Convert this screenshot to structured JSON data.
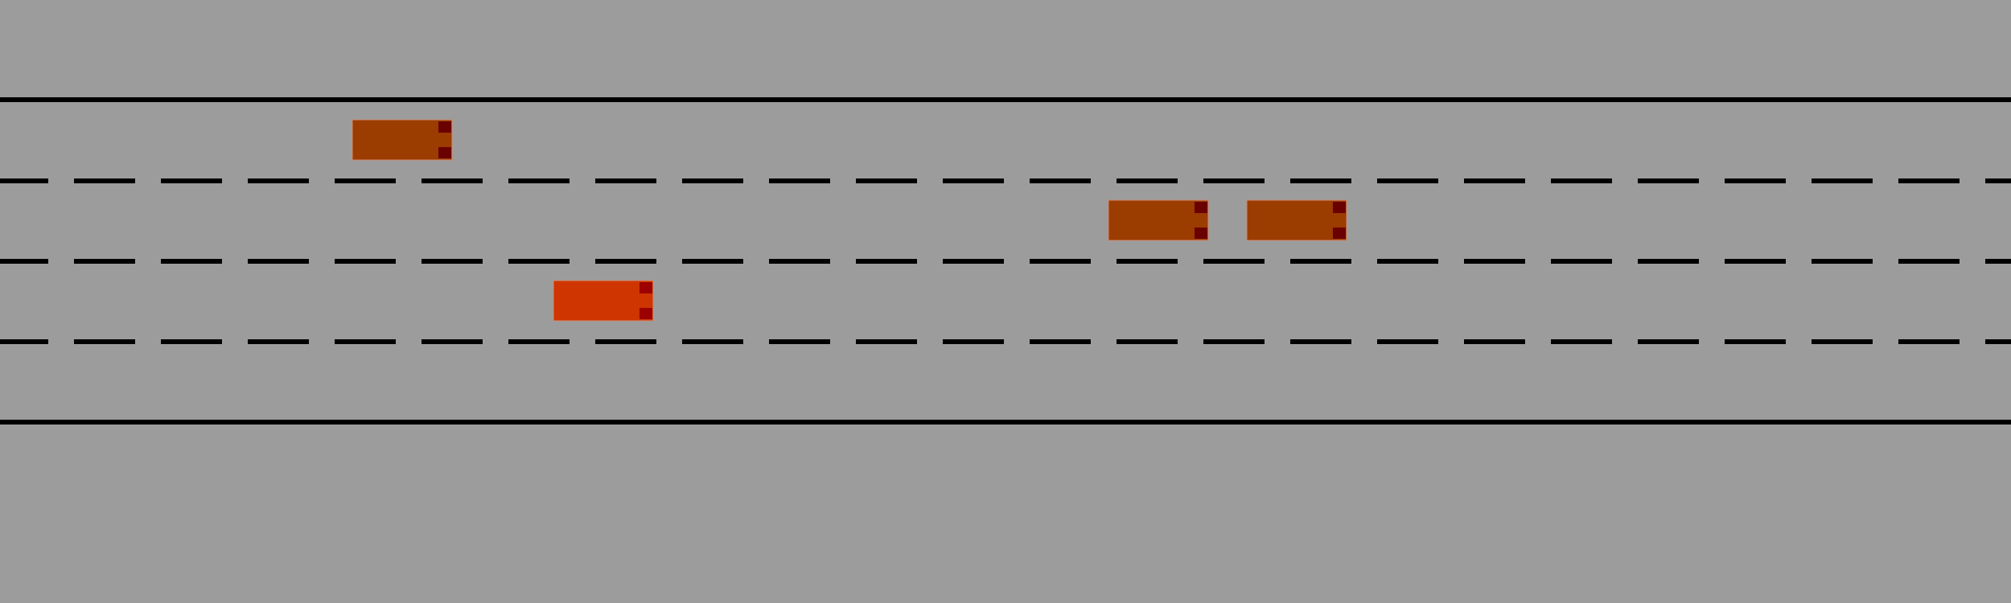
{
  "scene": {
    "background_color": "#9c9c9c",
    "line_color": "#000000",
    "lane_count": 4,
    "lines": [
      {
        "name": "road-edge-top",
        "style": "solid"
      },
      {
        "name": "lane-divider-1",
        "style": "dashed"
      },
      {
        "name": "lane-divider-2",
        "style": "dashed"
      },
      {
        "name": "lane-divider-3",
        "style": "dashed"
      },
      {
        "name": "road-edge-bottom",
        "style": "solid"
      }
    ],
    "vehicles": [
      {
        "name": "vehicle-other-1",
        "lane": 1,
        "color": "#9b3c00",
        "light_color": "#6b0000",
        "ego": false
      },
      {
        "name": "vehicle-other-2",
        "lane": 2,
        "color": "#9b3c00",
        "light_color": "#6b0000",
        "ego": false
      },
      {
        "name": "vehicle-ego",
        "lane": 3,
        "color": "#cf3500",
        "light_color": "#9c0000",
        "ego": true
      },
      {
        "name": "vehicle-other-3",
        "lane": 2,
        "color": "#9b3c00",
        "light_color": "#6b0000",
        "ego": false
      }
    ]
  }
}
